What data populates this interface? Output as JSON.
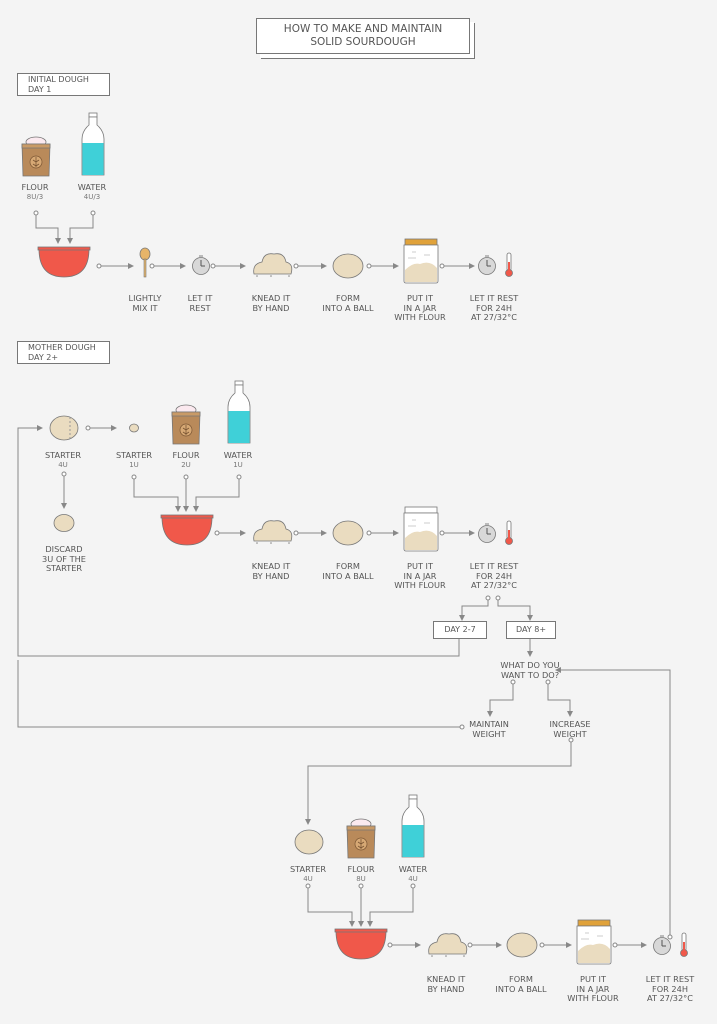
{
  "title": {
    "line1": "HOW TO MAKE AND MAINTAIN",
    "line2": "SOLID SOURDOUGH"
  },
  "sections": {
    "initial": {
      "line1": "INITIAL DOUGH",
      "line2": "DAY 1"
    },
    "mother": {
      "line1": "MOTHER DOUGH",
      "line2": "DAY 2+"
    }
  },
  "initial": {
    "flour": {
      "label": "FLOUR",
      "qty": "8u/3"
    },
    "water": {
      "label": "WATER",
      "qty": "4u/3"
    },
    "steps": [
      {
        "l1": "LIGHTLY",
        "l2": "MIX IT"
      },
      {
        "l1": "LET IT",
        "l2": "REST"
      },
      {
        "l1": "KNEAD IT",
        "l2": "BY HAND"
      },
      {
        "l1": "FORM",
        "l2": "INTO A BALL"
      },
      {
        "l1": "PUT IT",
        "l2": "IN A JAR",
        "l3": "WITH FLOUR"
      },
      {
        "l1": "LET IT REST",
        "l2": "FOR 24H",
        "l3": "AT 27/32°C"
      }
    ]
  },
  "mother": {
    "starter_big": {
      "label": "STARTER",
      "qty": "4u"
    },
    "discard": {
      "l1": "DISCARD",
      "l2": "3u OF THE",
      "l3": "STARTER"
    },
    "starter": {
      "label": "STARTER",
      "qty": "1u"
    },
    "flour": {
      "label": "FLOUR",
      "qty": "2u"
    },
    "water": {
      "label": "WATER",
      "qty": "1u"
    },
    "steps": [
      {
        "l1": "KNEAD IT",
        "l2": "BY HAND"
      },
      {
        "l1": "FORM",
        "l2": "INTO A BALL"
      },
      {
        "l1": "PUT IT",
        "l2": "IN A JAR",
        "l3": "WITH FLOUR"
      },
      {
        "l1": "LET IT REST",
        "l2": "FOR 24H",
        "l3": "AT 27/32°C"
      }
    ],
    "day_a": "DAY 2-7",
    "day_b": "DAY 8+",
    "question": {
      "l1": "WHAT DO YOU",
      "l2": "WANT TO DO?"
    },
    "maintain": {
      "l1": "MAINTAIN",
      "l2": "WEIGHT"
    },
    "increase": {
      "l1": "INCREASE",
      "l2": "WEIGHT"
    }
  },
  "increase": {
    "starter": {
      "label": "STARTER",
      "qty": "4u"
    },
    "flour": {
      "label": "FLOUR",
      "qty": "8u"
    },
    "water": {
      "label": "WATER",
      "qty": "4u"
    },
    "steps": [
      {
        "l1": "KNEAD IT",
        "l2": "BY HAND"
      },
      {
        "l1": "FORM",
        "l2": "INTO A BALL"
      },
      {
        "l1": "PUT IT",
        "l2": "IN A JAR",
        "l3": "WITH FLOUR"
      },
      {
        "l1": "LET IT REST",
        "l2": "FOR 24H",
        "l3": "AT 27/32°C"
      }
    ]
  },
  "colors": {
    "bowl": "#f0584a",
    "water": "#3fd0d8",
    "dough": "#eadcc0",
    "flourbag": "#b98a5a",
    "lid": "#e0a23a",
    "line": "#888888"
  }
}
